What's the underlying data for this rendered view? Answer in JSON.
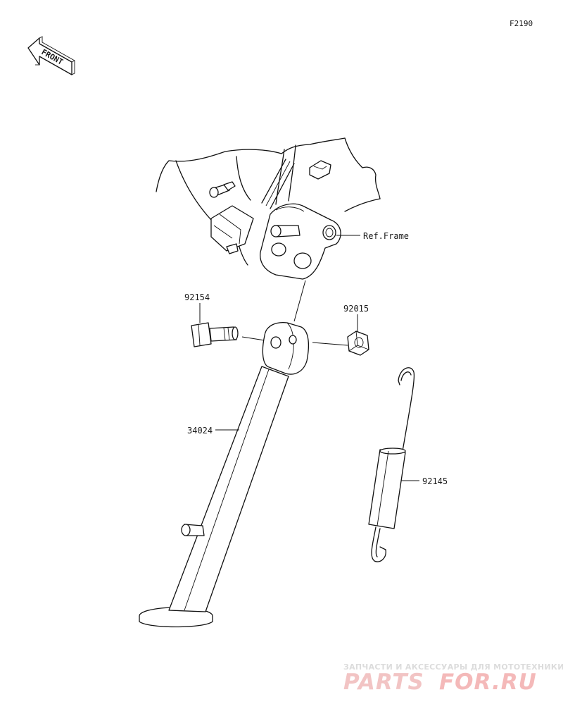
{
  "figure_code": "F2190",
  "front_arrow_label": "FRONT",
  "ref_frame_label": "Ref.Frame",
  "parts": [
    {
      "id": "bolt",
      "number": "92154"
    },
    {
      "id": "nut",
      "number": "92015"
    },
    {
      "id": "stand",
      "number": "34024"
    },
    {
      "id": "spring",
      "number": "92145"
    }
  ],
  "watermark": {
    "tagline": "ЗАПЧАСТИ И АКСЕССУАРЫ ДЛЯ МОТОТЕХНИКИ",
    "brand_left": "PARTS",
    "brand_right": "FOR.RU",
    "color_left": "#f2c4c4",
    "color_right": "#f4b9b9"
  }
}
